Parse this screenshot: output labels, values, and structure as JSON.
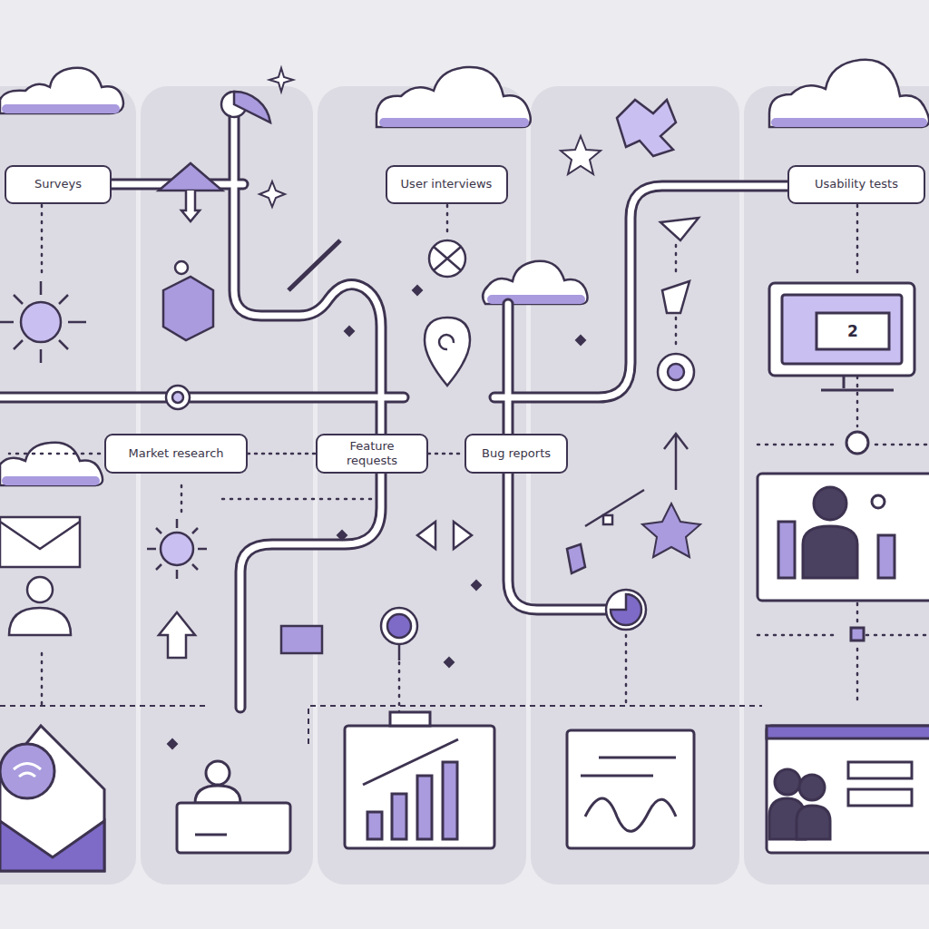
{
  "diagram": {
    "nodes": [
      {
        "text": [
          "Surveys"
        ]
      },
      {
        "text": [
          "User interviews"
        ]
      },
      {
        "text": [
          "Usability tests"
        ]
      },
      {
        "text": [
          "Market research"
        ]
      },
      {
        "text": [
          "Feature requests"
        ]
      },
      {
        "text": [
          "Bug reports"
        ]
      }
    ],
    "edges": [
      {
        "from": 3,
        "to": 4,
        "arrow": "none"
      },
      {
        "from": 4,
        "to": 5,
        "arrow": "none"
      }
    ],
    "labels": [
      "2"
    ]
  }
}
